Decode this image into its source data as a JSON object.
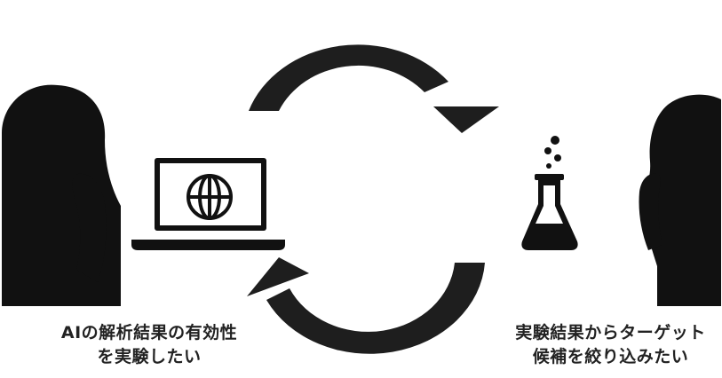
{
  "captions": {
    "left": {
      "line1": "AIの解析結果の有効性",
      "line2": "を実験したい"
    },
    "right": {
      "line1": "実験結果からターゲット",
      "line2": "候補を絞り込みたい"
    }
  },
  "icons": {
    "left_person": "woman-silhouette-icon",
    "right_person": "woman-silhouette-icon",
    "laptop": "laptop-globe-icon",
    "flask": "flask-icon",
    "top_arrow": "curved-arrow-right-icon",
    "bottom_arrow": "curved-arrow-left-icon"
  },
  "colors": {
    "silhouette": "#111111",
    "arrow": "#1e1e1e",
    "text": "#222222",
    "background": "#ffffff"
  }
}
